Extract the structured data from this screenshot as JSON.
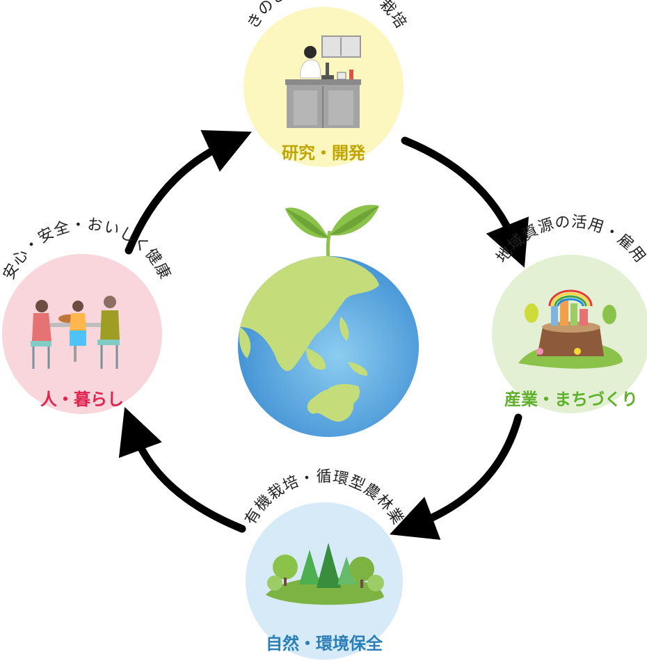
{
  "cycle": {
    "nodes": [
      {
        "id": "research",
        "label": "研究・開発",
        "arc_text": "きのこの品種改良・栽培",
        "circle_color": "#fbf7bf",
        "label_color": "#c0a400",
        "icon": "scientist-microscope-icon"
      },
      {
        "id": "industry",
        "label": "産業・まちづくり",
        "arc_text": "地域資源の活用・雇用",
        "circle_color": "#e4f0d4",
        "label_color": "#5fb02a",
        "icon": "tree-stump-town-icon"
      },
      {
        "id": "nature",
        "label": "自然・環境保全",
        "arc_text": "有機栽培・循環型農林業",
        "circle_color": "#d6eaf8",
        "label_color": "#2a7fb8",
        "icon": "forest-icon"
      },
      {
        "id": "life",
        "label": "人・暮らし",
        "arc_text": "安心・安全・おいしく健康",
        "circle_color": "#f9d5dc",
        "label_color": "#e0234e",
        "icon": "family-dining-icon"
      }
    ],
    "center_icon": "earth-with-sprout-icon",
    "arrow_color": "#000000"
  }
}
